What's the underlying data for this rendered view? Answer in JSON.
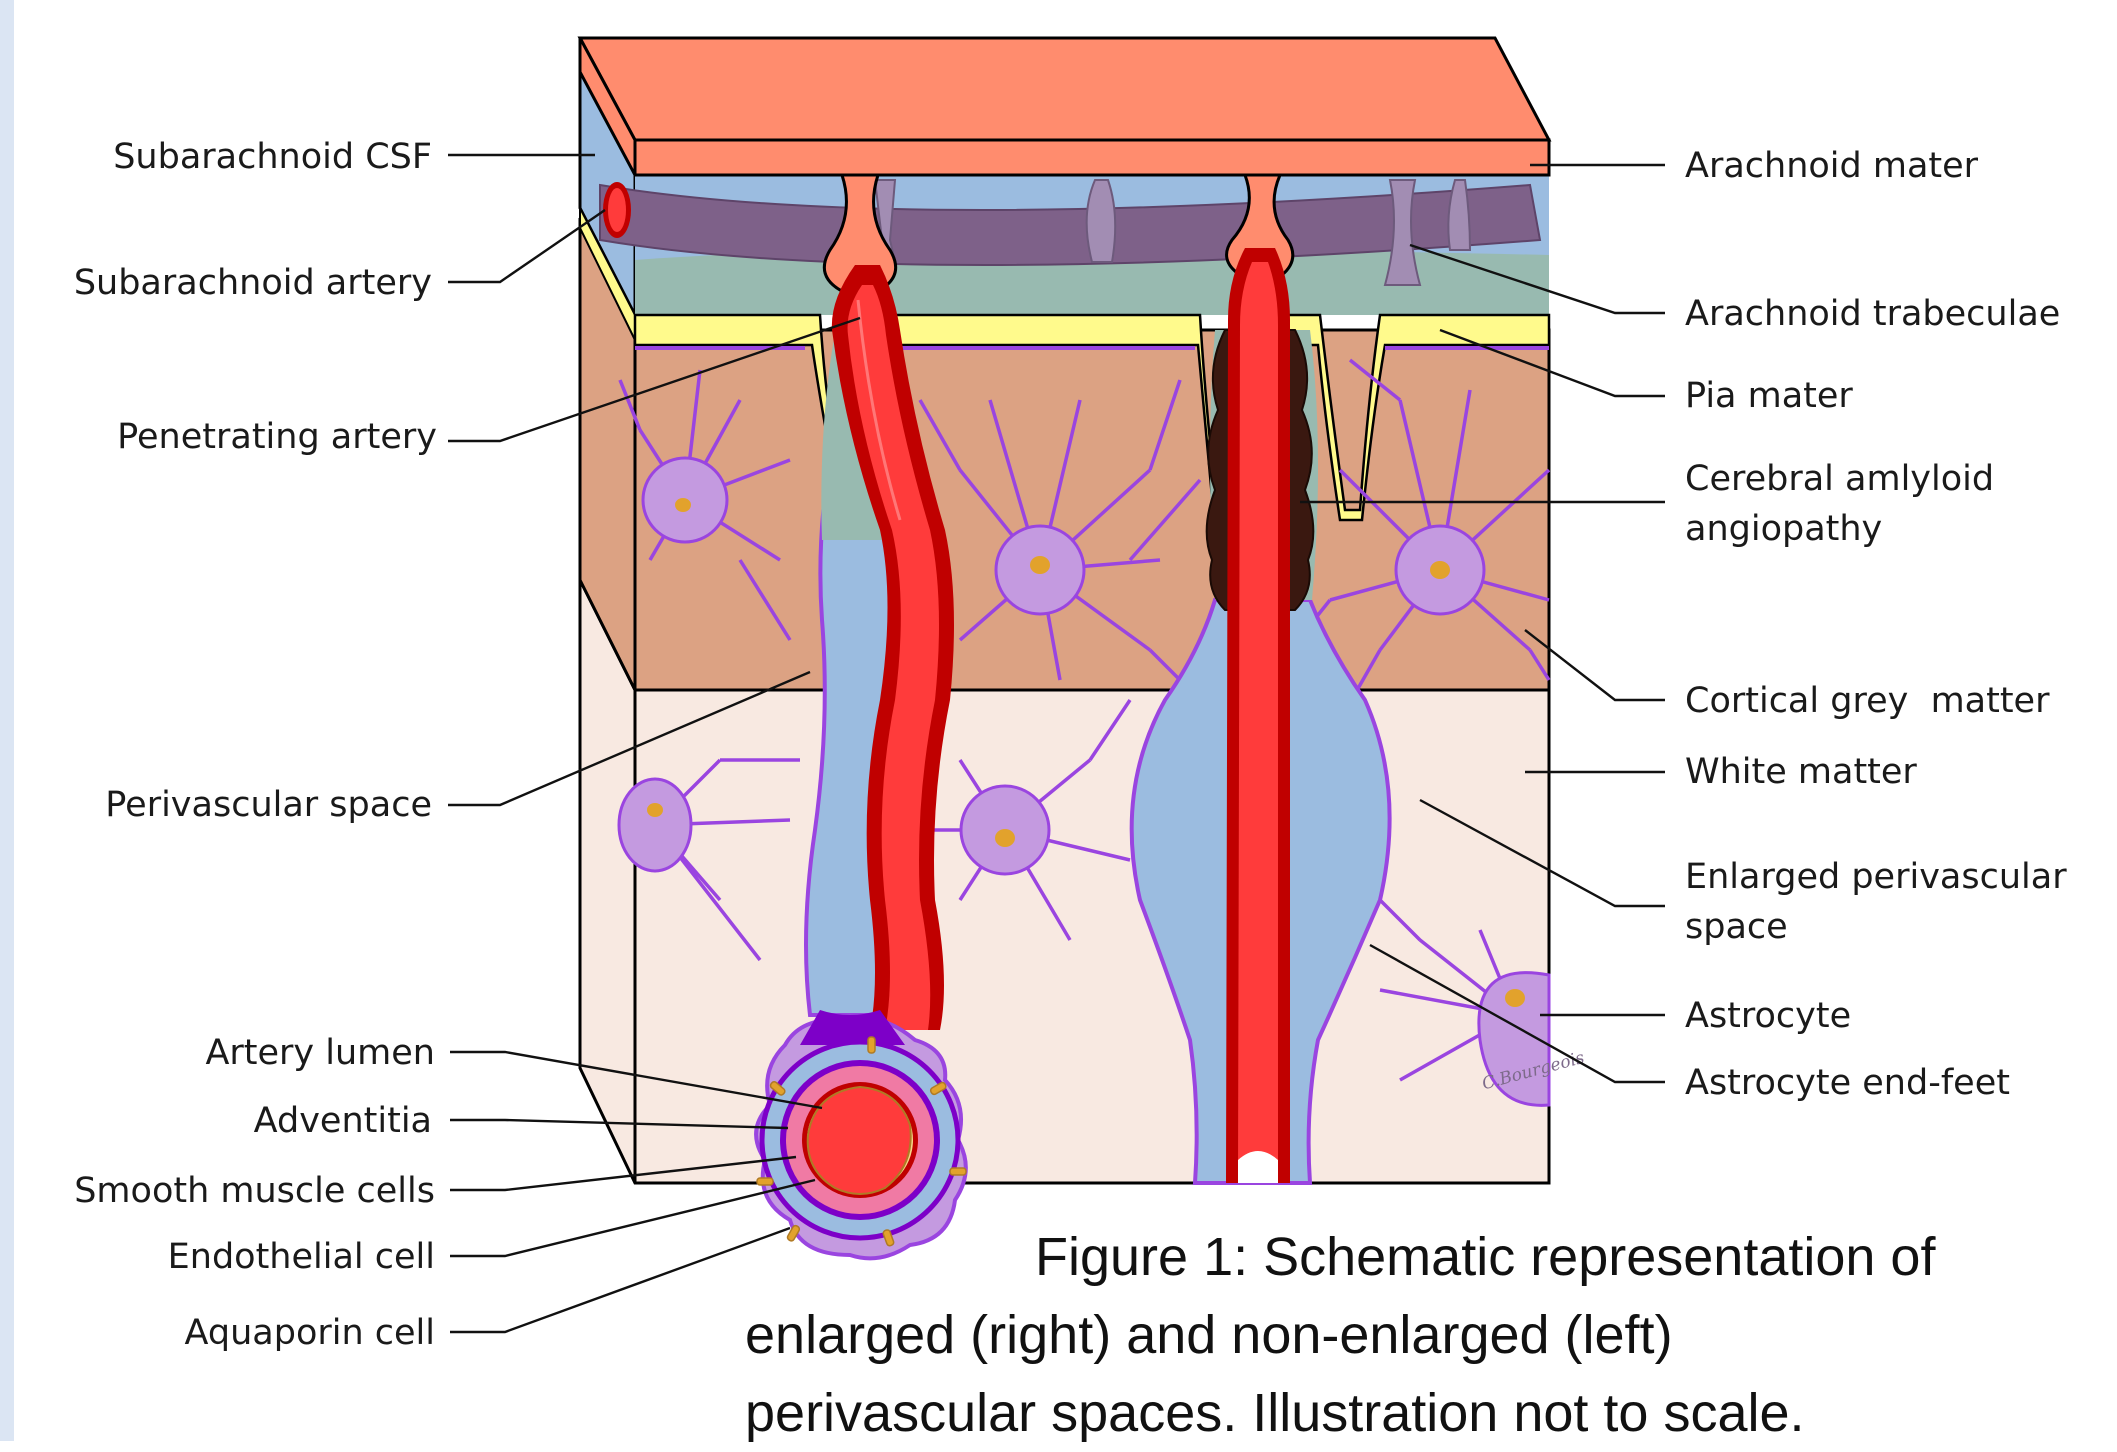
{
  "labels": {
    "subarachnoid_csf": "Subarachnoid CSF",
    "subarachnoid_artery": "Subarachnoid artery",
    "penetrating_artery": "Penetrating artery",
    "perivascular_space": "Perivascular space",
    "artery_lumen": "Artery lumen",
    "adventitia": "Adventitia",
    "smooth_muscle_cells": "Smooth muscle cells",
    "endothelial_cell": "Endothelial cell",
    "aquaporin_cell": "Aquaporin cell",
    "arachnoid_mater": "Arachnoid mater",
    "arachnoid_trabeculae": "Arachnoid trabeculae",
    "pia_mater": "Pia mater",
    "cerebral_amyloid_angiopathy": [
      "Cerebral amlyloid",
      "angiopathy"
    ],
    "cortical_grey_matter": "Cortical grey  matter",
    "white_matter": "White matter",
    "enlarged_perivascular_space": [
      "Enlarged perivascular",
      "space"
    ],
    "astrocyte": "Astrocyte",
    "astrocyte_end_feet": "Astrocyte end-feet"
  },
  "caption": [
    "Figure 1: Schematic representation of",
    "enlarged (right) and non-enlarged (left)",
    "perivascular spaces.  Illustration not to scale."
  ],
  "signature": "C.Bourgeois",
  "colors": {
    "arachnoid": "#ff8c6e",
    "csf": "#9bbce0",
    "trabeculae": "#7e6189",
    "pia": "#fffa8c",
    "grey_matter": "#dca283",
    "white_matter": "#f8e9e1",
    "pvs_green": "#98bab0",
    "artery": "#ff3b3b",
    "artery_dark": "#c00000",
    "astrocyte": "#c49ae0",
    "astrocyte_edge": "#9a45e0",
    "nucleus": "#e2a22c",
    "amyloid": "#3a1810"
  }
}
